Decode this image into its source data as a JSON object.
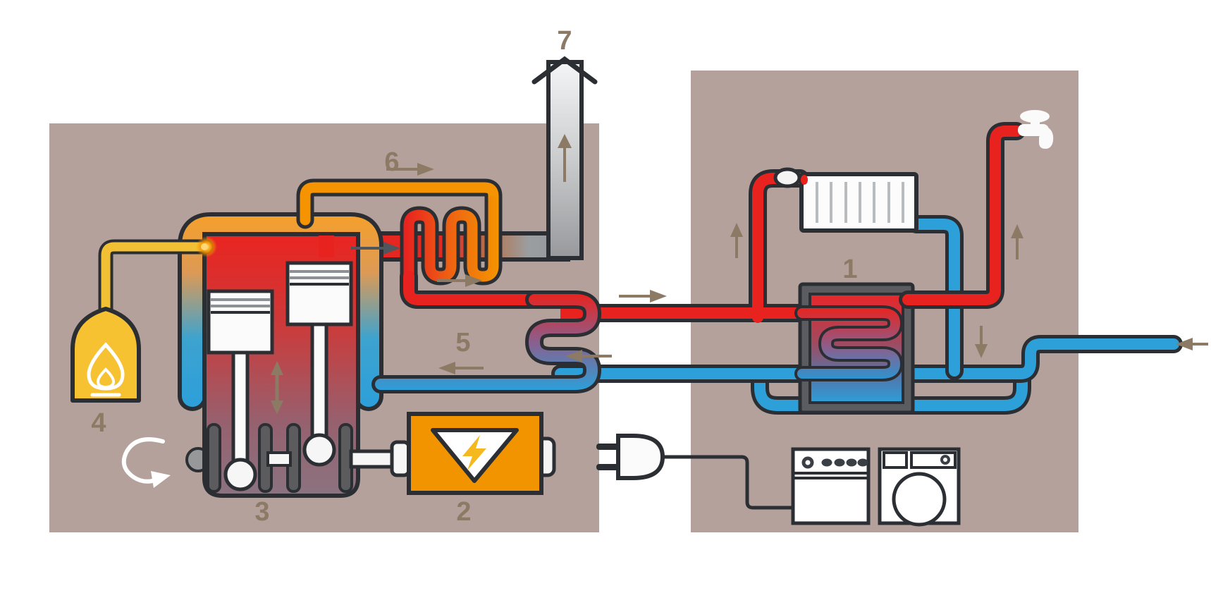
{
  "diagram": {
    "kind": "home-cogeneration-schematic",
    "labels": {
      "n1": "1",
      "n2": "2",
      "n3": "3",
      "n4": "4",
      "n5": "5",
      "n6": "6",
      "n7": "7"
    },
    "colors": {
      "panel": "#b5a19c",
      "hot_pipe": "#e8231f",
      "cold_pipe": "#2d9fd9",
      "warm_pipe": "#f59300",
      "fuel_yellow": "#f7c231",
      "generator_orange": "#f29400",
      "outline": "#2b2f33",
      "annotation_tan": "#8c7a65",
      "chimney_gray": "#c9cbcd",
      "lightning_yellow": "#f6b81f"
    },
    "icons": [
      "flame-icon",
      "lightning-icon",
      "faucet-icon",
      "plug-icon",
      "rotation-arrow-icon",
      "radiator-icon",
      "stove-icon",
      "washing-machine-icon",
      "chimney-cap-icon"
    ]
  }
}
